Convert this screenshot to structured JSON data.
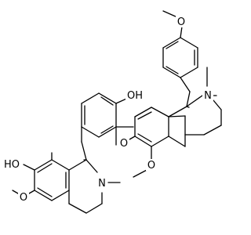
{
  "molecule": {
    "atom_labels": {
      "methoxy_top_o": "O",
      "n_top": "N",
      "n_top_methyl": "",
      "phenol_oh": "OH",
      "ether_o": "O",
      "methoxy_right_o": "O",
      "phenol_oh_left": "HO",
      "n_bottom": "N",
      "methoxy_left_o": "O"
    },
    "colors": {
      "bond": "#000000",
      "text": "#000000"
    }
  }
}
